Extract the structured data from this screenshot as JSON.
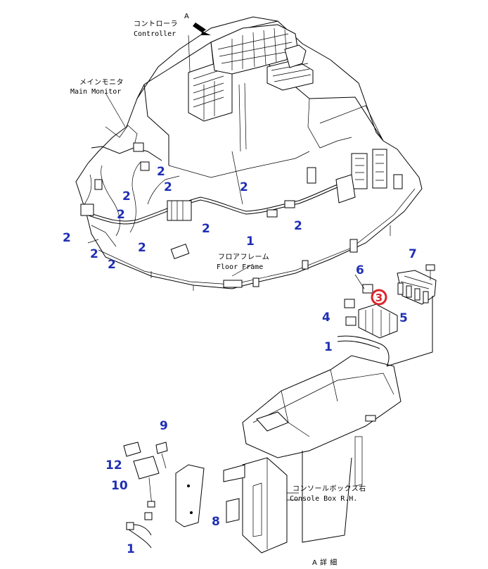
{
  "view_marker": "A",
  "labels": {
    "controller_jp": "コントローラ",
    "controller_en": "Controller",
    "main_monitor_jp": "メインモニタ",
    "main_monitor_en": "Main Monitor",
    "floor_frame_jp": "フロアフレーム",
    "floor_frame_en": "Floor Frame",
    "console_box_jp": "コンソールボックス右",
    "console_box_en": "Console Box R.H.",
    "detail_a": "A 詳 細"
  },
  "callouts": {
    "c1a": "1",
    "c1b": "1",
    "c1c": "1",
    "c2a": "2",
    "c2b": "2",
    "c2c": "2",
    "c2d": "2",
    "c2e": "2",
    "c2f": "2",
    "c2g": "2",
    "c2h": "2",
    "c2i": "2",
    "c2j": "2",
    "c2k": "2",
    "c4": "4",
    "c5": "5",
    "c6": "6",
    "c7": "7",
    "c8": "8",
    "c9": "9",
    "c10": "10",
    "c12": "12",
    "highlight": "3"
  },
  "colors": {
    "callout": "#1f2fb4",
    "highlight": "#d9262b",
    "line": "#000000"
  }
}
